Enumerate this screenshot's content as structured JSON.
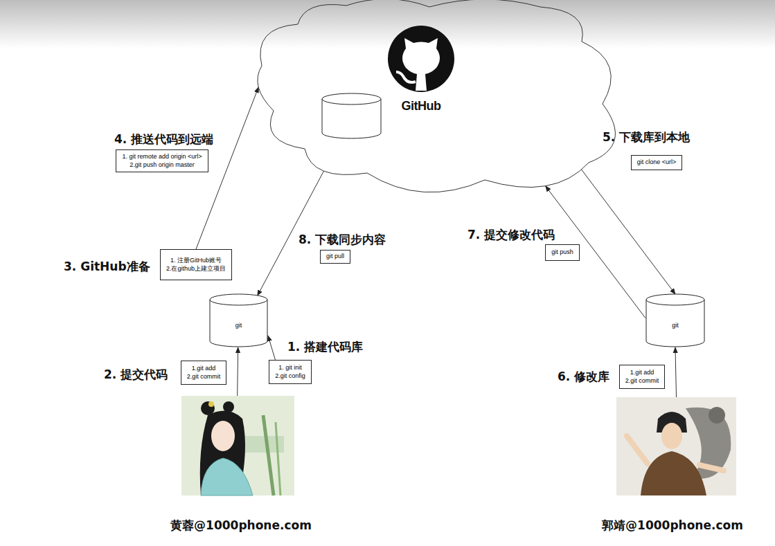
{
  "diagram": {
    "nodes": [
      {
        "text": [
          "GitHub"
        ]
      },
      {
        "text": [
          "1. git remote add origin <url>",
          "2.git push origin master"
        ]
      },
      {
        "text": [
          "git clone <url>"
        ]
      },
      {
        "text": [
          "git pull"
        ]
      },
      {
        "text": [
          "git push"
        ]
      },
      {
        "text": [
          "1. 注册GitHub账号",
          "2.在github上建立项目"
        ]
      },
      {
        "text": [
          "git"
        ]
      },
      {
        "text": [
          "git"
        ]
      },
      {
        "text": [
          "1.git add",
          "2.git commit"
        ]
      },
      {
        "text": [
          "1. git init",
          "2.git config"
        ]
      },
      {
        "text": [
          "1.git add",
          "2.git commit"
        ]
      },
      {
        "text": [
          "黄蓉@1000phone.com"
        ]
      },
      {
        "text": [
          "郭靖@1000phone.com"
        ]
      }
    ],
    "edges": [
      {
        "from": 5,
        "to": 0,
        "arrow": "to"
      },
      {
        "from": 0,
        "to": 6,
        "arrow": "to"
      },
      {
        "from": 0,
        "to": 7,
        "arrow": "to"
      },
      {
        "from": 7,
        "to": 0,
        "arrow": "to"
      },
      {
        "from": 11,
        "to": 6,
        "arrow": "to"
      },
      {
        "from": 9,
        "to": 6,
        "arrow": "to"
      },
      {
        "from": 12,
        "to": 7,
        "arrow": "to"
      }
    ],
    "labels": [
      "4. 推送代码到远端",
      "5. 下载库到本地",
      "3. GitHub准备",
      "8. 下载同步内容",
      "7. 提交修改代码",
      "2. 提交代码",
      "1. 搭建代码库",
      "6. 修改库"
    ]
  }
}
